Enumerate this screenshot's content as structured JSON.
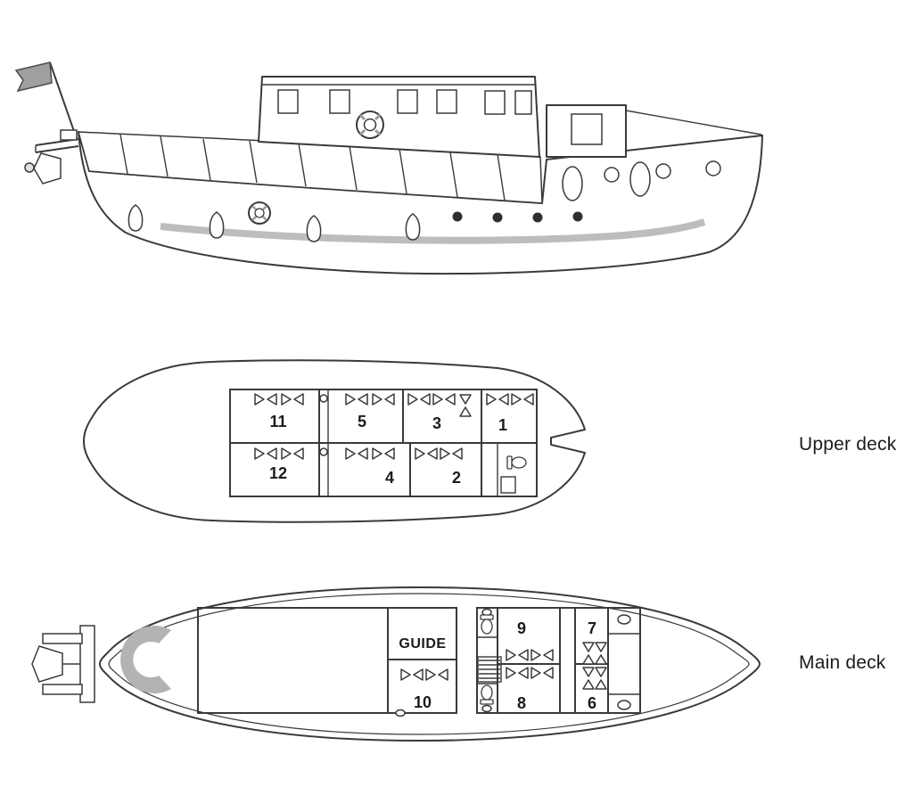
{
  "upper_deck": {
    "label": "Upper deck",
    "cabins": [
      "11",
      "5",
      "3",
      "1",
      "12",
      "4",
      "2"
    ]
  },
  "main_deck": {
    "label": "Main deck",
    "rooms": [
      "GUIDE",
      "9",
      "7",
      "10",
      "8",
      "6"
    ]
  },
  "colors": {
    "line": "#3a3a3a",
    "gray_fill": "#b3b3b3",
    "hull_stripe": "#bdbdbd",
    "flag": "#9f9f9f",
    "text": "#1b1b1b"
  }
}
